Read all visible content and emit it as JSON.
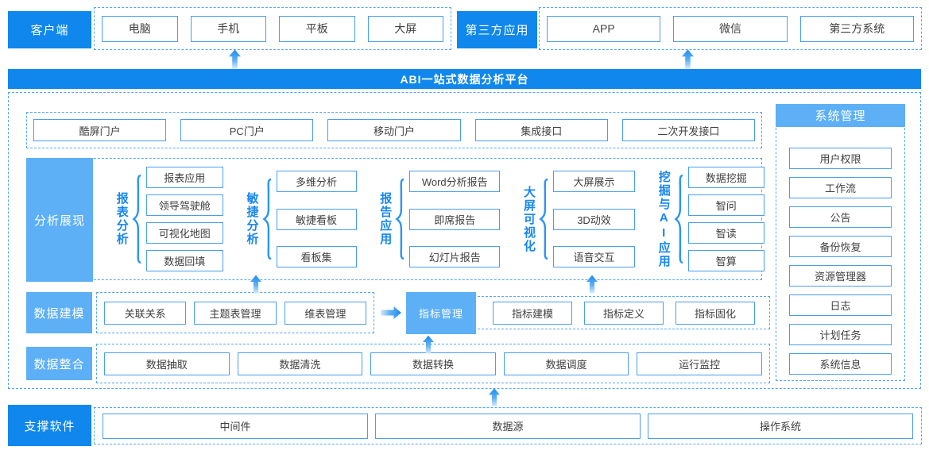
{
  "colors": {
    "primary_blue": "#0f87ec",
    "light_blue": "#5db0f5",
    "box_border_blue": "#4a9df1",
    "dashed_border_blue": "#55a6f2",
    "group_label_blue": "#1687f0",
    "box_text": "#404040"
  },
  "top": {
    "client": {
      "label": "客户端",
      "items": [
        "电脑",
        "手机",
        "平板",
        "大屏"
      ]
    },
    "third_party": {
      "label": "第三方应用",
      "items": [
        "APP",
        "微信",
        "第三方系统"
      ]
    }
  },
  "banner": {
    "title": "ABI一站式数据分析平台"
  },
  "portals": [
    "酷屏门户",
    "PC门户",
    "移动门户",
    "集成接口",
    "二次开发接口"
  ],
  "analysis": {
    "label": "分析展现",
    "groups": [
      {
        "name": "报表分析",
        "items": [
          "报表应用",
          "领导驾驶舱",
          "可视化地图",
          "数据回填"
        ]
      },
      {
        "name": "敏捷分析",
        "items": [
          "多维分析",
          "敏捷看板",
          "看板集"
        ]
      },
      {
        "name": "报告应用",
        "items": [
          "Word分析报告",
          "即席报告",
          "幻灯片报告"
        ]
      },
      {
        "name": "大屏可视化",
        "items": [
          "大屏展示",
          "3D动效",
          "语音交互"
        ]
      },
      {
        "name": "挖掘与AI应用",
        "items": [
          "数据挖掘",
          "智问",
          "智读",
          "智算"
        ]
      }
    ]
  },
  "modeling": {
    "label": "数据建模",
    "items": [
      "关联关系",
      "主题表管理",
      "维表管理"
    ],
    "highlight": "指标管理",
    "indicator_items": [
      "指标建模",
      "指标定义",
      "指标固化"
    ]
  },
  "integration": {
    "label": "数据整合",
    "items": [
      "数据抽取",
      "数据清洗",
      "数据转换",
      "数据调度",
      "运行监控"
    ]
  },
  "system": {
    "label": "系统管理",
    "items": [
      "用户权限",
      "工作流",
      "公告",
      "备份恢复",
      "资源管理器",
      "日志",
      "计划任务",
      "系统信息"
    ]
  },
  "support": {
    "label": "支撑软件",
    "items": [
      "中间件",
      "数据源",
      "操作系统"
    ]
  }
}
